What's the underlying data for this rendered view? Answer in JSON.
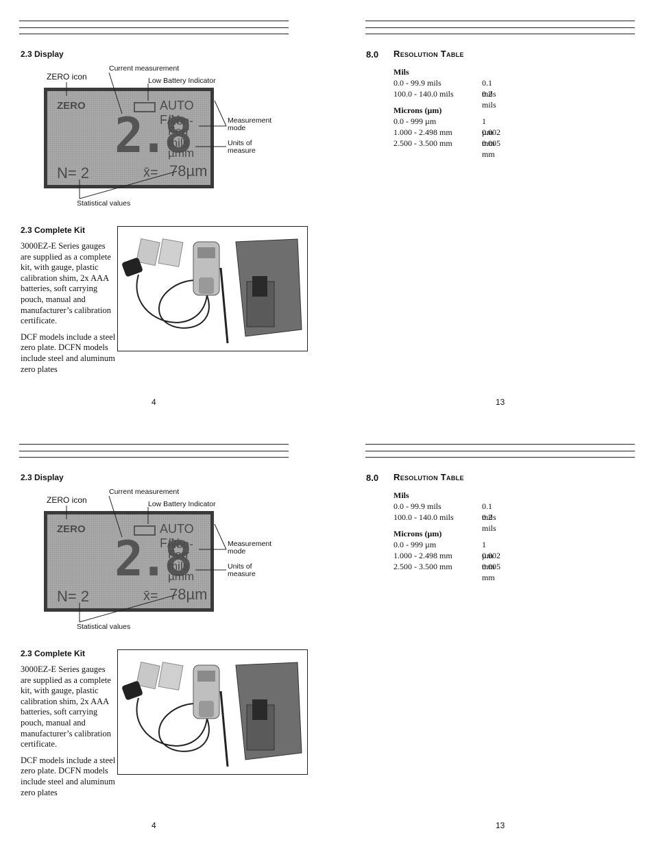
{
  "pages": {
    "left": {
      "display_heading": "2.3 Display",
      "labels": {
        "zero_icon": "ZERO icon",
        "current_measurement": "Current measurement",
        "low_battery": "Low Battery Indicator",
        "measurement_mode": "Measurement\nmode",
        "units_of_measure": "Units of\nmeasure",
        "statistical_values": "Statistical values"
      },
      "lcd": {
        "zero": "ZERO",
        "auto": "AUTO F/N",
        "reading": "2.8",
        "mode_line1": "Non-",
        "mode_line2": "Ferr",
        "unit_line1": "mils",
        "unit_line2": "µmm",
        "n_value": "N= 2",
        "xbar": "x̄=",
        "mean": "78µm"
      },
      "kit_heading": "2.3 Complete Kit",
      "kit_paragraph1": "3000EZ-E Series gauges are supplied as a complete kit, with gauge, plastic calibration shim, 2x AAA batteries, soft carrying pouch, manual and manufacturer’s calibration certificate.",
      "kit_paragraph2": "DCF models include a steel zero plate. DCFN models include steel and aluminum zero plates",
      "page_number": "4"
    },
    "right": {
      "section_number": "8.0",
      "section_title": "Resolution Table",
      "mils_heading": "Mils",
      "mils_rows": [
        [
          "0.0 - 99.9 mils",
          "0.1 mils"
        ],
        [
          "100.0 - 140.0 mils",
          "0.2 mils"
        ]
      ],
      "microns_heading": "Microns (µm)",
      "microns_rows": [
        [
          "0.0 - 999 µm",
          "1 µm"
        ],
        [
          "1.000 - 2.498 mm",
          "0.002 mm"
        ],
        [
          "2.500 - 3.500 mm",
          "0.005 mm"
        ]
      ],
      "page_number": "13"
    }
  }
}
